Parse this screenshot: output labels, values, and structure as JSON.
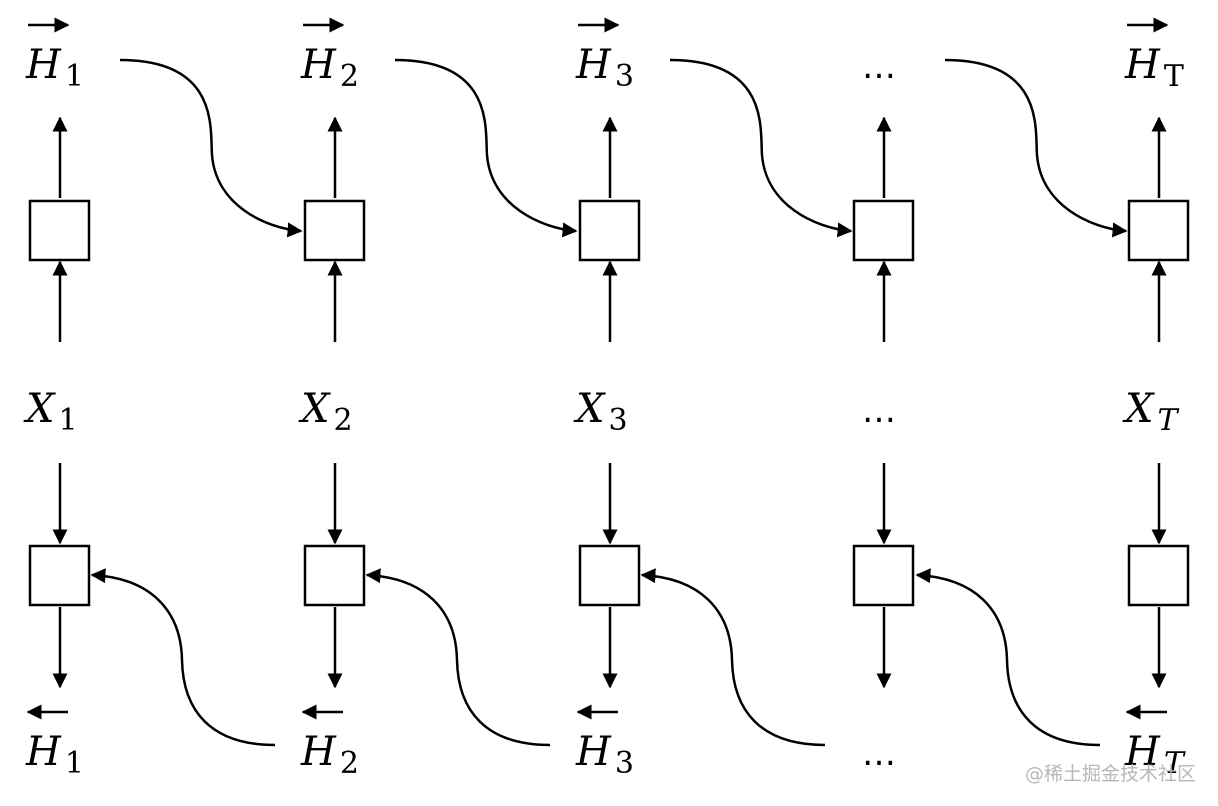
{
  "forward_labels": [
    {
      "var": "H",
      "sub": "1"
    },
    {
      "var": "H",
      "sub": "2"
    },
    {
      "var": "H",
      "sub": "3"
    },
    {
      "var": "",
      "sub": "",
      "ellipsis": "…"
    },
    {
      "var": "H",
      "sub": "T"
    }
  ],
  "input_labels": [
    {
      "var": "X",
      "sub": "1"
    },
    {
      "var": "X",
      "sub": "2"
    },
    {
      "var": "X",
      "sub": "3"
    },
    {
      "var": "",
      "sub": "",
      "ellipsis": "…"
    },
    {
      "var": "X",
      "sub": "T"
    }
  ],
  "backward_labels": [
    {
      "var": "H",
      "sub": "1"
    },
    {
      "var": "H",
      "sub": "2"
    },
    {
      "var": "H",
      "sub": "3"
    },
    {
      "var": "",
      "sub": "",
      "ellipsis": "…"
    },
    {
      "var": "H",
      "sub": "T"
    }
  ],
  "watermark": "@稀土掘金技术社区",
  "colors": {
    "stroke": "#000000",
    "background": "#ffffff",
    "watermark": "#b7b7b7"
  }
}
